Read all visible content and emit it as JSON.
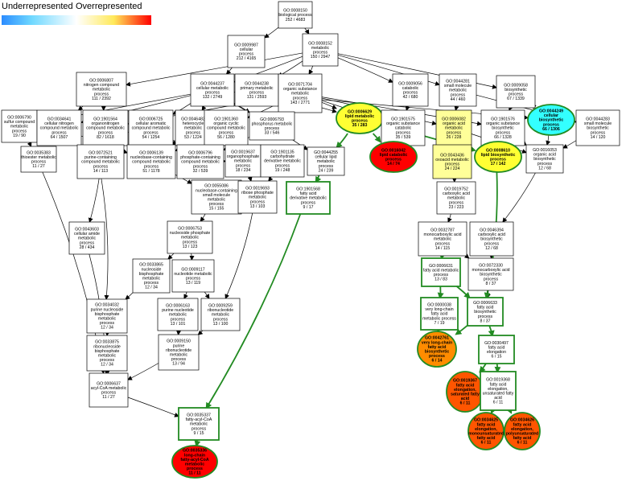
{
  "legend": {
    "left_label": "Underrepresented",
    "right_label": "Overrepresented"
  },
  "colors": {
    "white": "#ffffff",
    "yellow": "#ffff33",
    "lightyellow": "#ffff99",
    "cyan": "#33ffff",
    "red": "#ff0000",
    "orange": "#ff8c00",
    "darkorange": "#ff5500",
    "edge": "#000000",
    "highlight": "#228b22"
  },
  "nodes": [
    {
      "id": "n8150",
      "lines": [
        "GO:0008150",
        "biological process",
        "252 / 4683"
      ],
      "fill": "white"
    },
    {
      "id": "n9987",
      "lines": [
        "GO:0009987",
        "cellular",
        "process",
        "212 / 4165"
      ],
      "fill": "white"
    },
    {
      "id": "n8152",
      "lines": [
        "GO:0008152",
        "metabolic",
        "process",
        "150 / 2947"
      ],
      "fill": "white"
    },
    {
      "id": "n6807",
      "lines": [
        "GO:0006807",
        "nitrogen compound",
        "metabolic",
        "process",
        "111 / 2392"
      ],
      "fill": "white"
    },
    {
      "id": "n44237",
      "lines": [
        "GO:0044237",
        "cellular metabolic",
        "process",
        "132 / 2749"
      ],
      "fill": "white"
    },
    {
      "id": "n44238",
      "lines": [
        "GO:0044238",
        "primary metabolic",
        "process",
        "131 / 2593"
      ],
      "fill": "white"
    },
    {
      "id": "n71704",
      "lines": [
        "GO:0071704",
        "organic substance",
        "metabolic",
        "process",
        "143 / 2771"
      ],
      "fill": "white"
    },
    {
      "id": "n9056",
      "lines": [
        "GO:0009056",
        "catabolic",
        "process",
        "42 / 680"
      ],
      "fill": "white"
    },
    {
      "id": "n44281",
      "lines": [
        "GO:0044281",
        "small molecule",
        "metabolic",
        "process",
        "44 / 460"
      ],
      "fill": "white"
    },
    {
      "id": "n9058",
      "lines": [
        "GO:0009058",
        "biosynthetic",
        "process",
        "67 / 1339"
      ],
      "fill": "white"
    },
    {
      "id": "n6790",
      "lines": [
        "GO:0006790",
        "sulfur compound",
        "metabolic",
        "process",
        "19 / 90"
      ],
      "fill": "white"
    },
    {
      "id": "n34641",
      "lines": [
        "GO:0034641",
        "cellular nitrogen",
        "compound metabolic",
        "process",
        "64 / 1507"
      ],
      "fill": "white"
    },
    {
      "id": "n1901564",
      "lines": [
        "GO:1901564",
        "organonitrogen",
        "compound metabolic",
        "process",
        "82 / 1618"
      ],
      "fill": "white"
    },
    {
      "id": "n6725",
      "lines": [
        "GO:0006725",
        "cellular aromatic",
        "compound metabolic",
        "process",
        "54 / 1254"
      ],
      "fill": "white"
    },
    {
      "id": "n46483",
      "lines": [
        "GO:0046483",
        "heterocycle",
        "metabolic",
        "process",
        "53 / 1224"
      ],
      "fill": "white"
    },
    {
      "id": "n1901360",
      "lines": [
        "GO:1901360",
        "organic cyclic",
        "compound metabolic",
        "process",
        "56 / 1280"
      ],
      "fill": "white"
    },
    {
      "id": "n6793",
      "lines": [
        "GO:0006793",
        "phosphorus metabolic",
        "process",
        "33 / 546"
      ],
      "fill": "white"
    },
    {
      "id": "n6629",
      "lines": [
        "GO:0006629",
        "lipid metabolic",
        "process",
        "35 / 283"
      ],
      "fill": "yellow"
    },
    {
      "id": "n1901575",
      "lines": [
        "GO:1901575",
        "organic substance",
        "catabolic",
        "process",
        "35 / 539"
      ],
      "fill": "white"
    },
    {
      "id": "n6082",
      "lines": [
        "GO:0006082",
        "organic acid",
        "metabolic",
        "process",
        "26 / 228"
      ],
      "fill": "lightyellow"
    },
    {
      "id": "n1901576",
      "lines": [
        "GO:1901576",
        "organic substance",
        "biosynthetic",
        "process",
        "66 / 1328"
      ],
      "fill": "white"
    },
    {
      "id": "n44249",
      "lines": [
        "GO:0044249",
        "cellular",
        "biosynthetic",
        "process",
        "66 / 1306"
      ],
      "fill": "cyan"
    },
    {
      "id": "n44283",
      "lines": [
        "GO:0044283",
        "small molecule",
        "biosynthetic",
        "process",
        "14 / 120"
      ],
      "fill": "white"
    },
    {
      "id": "n35383",
      "lines": [
        "GO:0035383",
        "thioester metabolic",
        "process",
        "11 / 27"
      ],
      "fill": "white"
    },
    {
      "id": "n72521",
      "lines": [
        "GO:0072521",
        "purine-containing",
        "compound metabolic",
        "process",
        "14 / 113"
      ],
      "fill": "white"
    },
    {
      "id": "n6139",
      "lines": [
        "GO:0006139",
        "nucleobase-containing",
        "compound metabolic",
        "process",
        "51 / 1178"
      ],
      "fill": "white"
    },
    {
      "id": "n6796",
      "lines": [
        "GO:0006796",
        "phosphate-containing",
        "compound metabolic",
        "process",
        "32 / 539"
      ],
      "fill": "white"
    },
    {
      "id": "n19637",
      "lines": [
        "GO:0019637",
        "organophosphate",
        "metabolic",
        "process",
        "18 / 234"
      ],
      "fill": "white"
    },
    {
      "id": "n1901135",
      "lines": [
        "GO:1901135",
        "carbohydrate",
        "derivative metabolic",
        "process",
        "19 / 248"
      ],
      "fill": "white"
    },
    {
      "id": "n44255",
      "lines": [
        "GO:0044255",
        "cellular lipid",
        "metabolic",
        "process",
        "24 / 239"
      ],
      "fill": "white"
    },
    {
      "id": "n16042",
      "lines": [
        "GO:0016042",
        "lipid catabolic",
        "process",
        "14 / 74"
      ],
      "fill": "red"
    },
    {
      "id": "n43436",
      "lines": [
        "GO:0043436",
        "oxoacid metabolic",
        "process",
        "24 / 224"
      ],
      "fill": "lightyellow"
    },
    {
      "id": "n8610",
      "lines": [
        "GO:0008610",
        "lipid biosynthetic",
        "process",
        "17 / 142"
      ],
      "fill": "yellow"
    },
    {
      "id": "n16053",
      "lines": [
        "GO:0016053",
        "organic acid",
        "biosynthetic",
        "process",
        "12 / 68"
      ],
      "fill": "white"
    },
    {
      "id": "n55086",
      "lines": [
        "GO:0055086",
        "nucleobase-containing",
        "small molecule",
        "metabolic",
        "process",
        "15 / 155"
      ],
      "fill": "white"
    },
    {
      "id": "n19693",
      "lines": [
        "GO:0019693",
        "ribose phosphate",
        "metabolic",
        "process",
        "13 / 103"
      ],
      "fill": "white"
    },
    {
      "id": "n1901568",
      "lines": [
        "GO:1901568",
        "fatty acid",
        "derivative metabolic",
        "process",
        "9 / 17"
      ],
      "fill": "white"
    },
    {
      "id": "n19752",
      "lines": [
        "GO:0019752",
        "carboxylic acid",
        "metabolic",
        "process",
        "23 / 223"
      ],
      "fill": "white"
    },
    {
      "id": "n43603",
      "lines": [
        "GO:0043603",
        "cellular amide",
        "metabolic",
        "process",
        "28 / 434"
      ],
      "fill": "white"
    },
    {
      "id": "n9117",
      "lines": [
        "GO:0009117",
        "nucleotide metabolic",
        "process",
        "13 / 119"
      ],
      "fill": "white"
    },
    {
      "id": "n6753",
      "lines": [
        "GO:0006753",
        "nucleoside phosphate",
        "metabolic",
        "process",
        "13 / 123"
      ],
      "fill": "white"
    },
    {
      "id": "n32787",
      "lines": [
        "GO:0032787",
        "monocarboxylic acid",
        "metabolic",
        "process",
        "14 / 115"
      ],
      "fill": "white"
    },
    {
      "id": "n46394",
      "lines": [
        "GO:0046394",
        "carboxylic acid",
        "biosynthetic",
        "process",
        "12 / 68"
      ],
      "fill": "white"
    },
    {
      "id": "n33865",
      "lines": [
        "GO:0033865",
        "nucleoside",
        "bisphosphate",
        "metabolic",
        "process",
        "12 / 34"
      ],
      "fill": "white"
    },
    {
      "id": "n9117b",
      "lines": [
        "GO:0009117",
        "nucleotide metabolic",
        "process",
        "13 / 119"
      ],
      "fill": "white"
    },
    {
      "id": "n6631",
      "lines": [
        "GO:0006631",
        "fatty acid metabolic",
        "process",
        "13 / 83"
      ],
      "fill": "white"
    },
    {
      "id": "n72330",
      "lines": [
        "GO:0072330",
        "monocarboxylic acid",
        "biosynthetic",
        "process",
        "8 / 37"
      ],
      "fill": "white"
    },
    {
      "id": "n34032",
      "lines": [
        "GO:0034032",
        "purine nucleoside",
        "bisphosphate",
        "metabolic",
        "process",
        "12 / 34"
      ],
      "fill": "white"
    },
    {
      "id": "n6163",
      "lines": [
        "GO:0006163",
        "purine nucleotide",
        "metabolic",
        "process",
        "13 / 101"
      ],
      "fill": "white"
    },
    {
      "id": "n9259",
      "lines": [
        "GO:0009259",
        "ribonucleotide",
        "metabolic",
        "process",
        "13 / 100"
      ],
      "fill": "white"
    },
    {
      "id": "n1038",
      "lines": [
        "GO:0000038",
        "very long-chain",
        "fatty acid",
        "metabolic process",
        "7 / 19"
      ],
      "fill": "white"
    },
    {
      "id": "n6633",
      "lines": [
        "GO:0006633",
        "fatty acid",
        "biosynthetic",
        "process",
        "8 / 37"
      ],
      "fill": "white"
    },
    {
      "id": "n33875",
      "lines": [
        "GO:0033875",
        "ribonucleoside",
        "bisphosphate",
        "metabolic",
        "process",
        "12 / 34"
      ],
      "fill": "white"
    },
    {
      "id": "n9150",
      "lines": [
        "GO:0009150",
        "purine",
        "ribonucleotide",
        "metabolic",
        "process",
        "13 / 94"
      ],
      "fill": "white"
    },
    {
      "id": "n42761",
      "lines": [
        "GO:0042761",
        "very long-chain",
        "fatty acid",
        "biosynthetic",
        "process",
        "6 / 14"
      ],
      "fill": "orange"
    },
    {
      "id": "n30497",
      "lines": [
        "GO:0030497",
        "fatty acid",
        "elongation",
        "6 / 15"
      ],
      "fill": "white"
    },
    {
      "id": "n6637",
      "lines": [
        "GO:0006637",
        "acyl-CoA metabolic",
        "process",
        "11 / 27"
      ],
      "fill": "white"
    },
    {
      "id": "n19367",
      "lines": [
        "GO:0019367",
        "fatty acid",
        "elongation,",
        "saturated fatty",
        "acid",
        "6 / 11"
      ],
      "fill": "darkorange"
    },
    {
      "id": "n19368",
      "lines": [
        "GO:0019368",
        "fatty acid",
        "elongation,",
        "unsaturated fatty",
        "acid",
        "6 / 11"
      ],
      "fill": "white"
    },
    {
      "id": "n35337",
      "lines": [
        "GO:0035337",
        "fatty-acyl-CoA",
        "metabolic",
        "process",
        "9 / 15"
      ],
      "fill": "white"
    },
    {
      "id": "n34625",
      "lines": [
        "GO:0034625",
        "fatty acid",
        "elongation,",
        "monounsaturated",
        "fatty acid",
        "6 / 11"
      ],
      "fill": "darkorange"
    },
    {
      "id": "n34626",
      "lines": [
        "GO:0034626",
        "fatty acid",
        "elongation,",
        "polyunsaturated",
        "fatty acid",
        "6 / 11"
      ],
      "fill": "darkorange"
    },
    {
      "id": "n35336",
      "lines": [
        "GO:0035336",
        "long-chain",
        "fatty-acyl-CoA",
        "metabolic",
        "process",
        "11 / 11"
      ],
      "fill": "red"
    }
  ]
}
